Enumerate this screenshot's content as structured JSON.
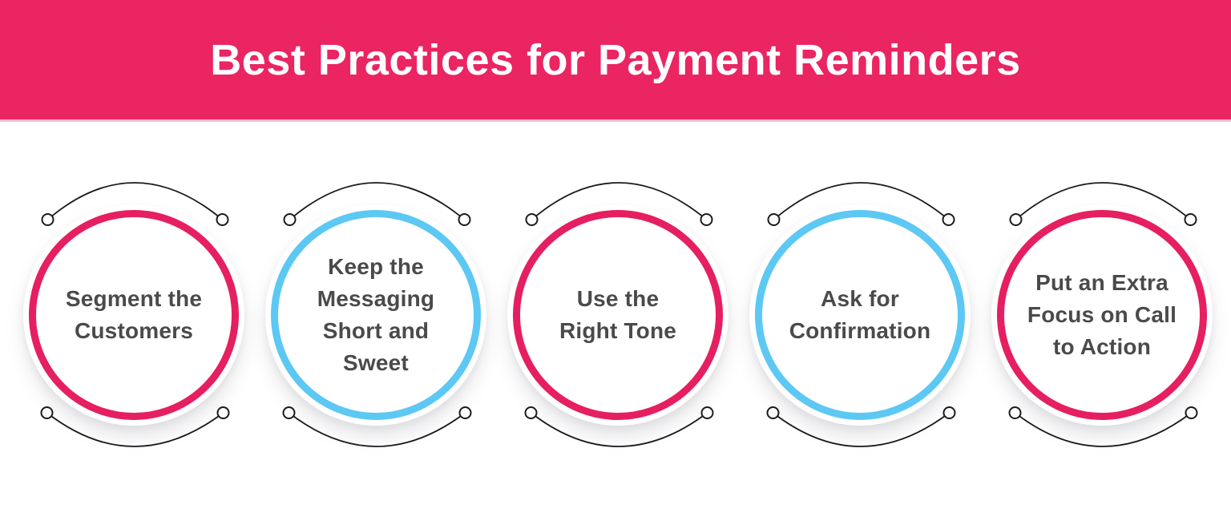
{
  "header": {
    "title": "Best Practices for Payment Reminders"
  },
  "colors": {
    "header_bg": "#EB2462",
    "header_underline": "#F2BDD3",
    "pink": "#E51F60",
    "blue": "#5CC8F3",
    "label_text": "#4A4A4A",
    "arc_stroke": "#1B1B1B"
  },
  "items": [
    {
      "label": "Segment the\nCustomers",
      "accent": "pink"
    },
    {
      "label": "Keep the\nMessaging\nShort and\nSweet",
      "accent": "blue"
    },
    {
      "label": "Use the\nRight Tone",
      "accent": "pink"
    },
    {
      "label": "Ask for\nConfirmation",
      "accent": "blue"
    },
    {
      "label": "Put an Extra\nFocus on Call\nto Action",
      "accent": "pink"
    }
  ]
}
